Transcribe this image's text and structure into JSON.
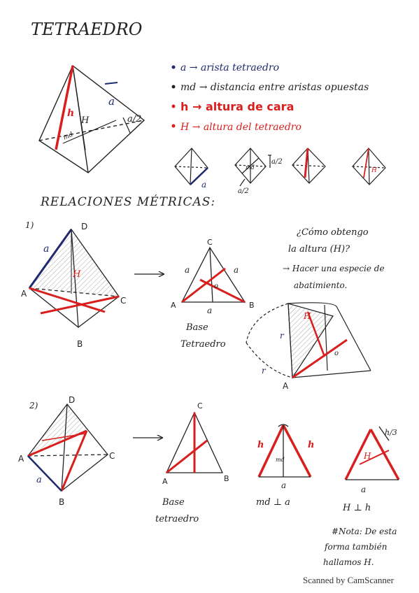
{
  "title": "TETRAEDRO",
  "legend": [
    {
      "text": "a → arista tetraedro",
      "color": "#1f2a6e",
      "bold": false
    },
    {
      "text": "md → distancia entre aristas opuestas",
      "color": "#222222",
      "bold": false
    },
    {
      "text": "h → altura de cara",
      "color": "#d91e1e",
      "bold": true
    },
    {
      "text": "H → altura del tetraedro",
      "color": "#d91e1e",
      "bold": false
    }
  ],
  "labels": {
    "a": "a",
    "half_a": "a/2",
    "h": "h",
    "H": "H",
    "md": "md",
    "o": "o",
    "A": "A",
    "B": "B",
    "C": "C",
    "D": "D",
    "h13": "h/3",
    "r": "r"
  },
  "section_heading": "RELACIONES MÉTRICAS:",
  "section1": {
    "number": "1)",
    "question": [
      "¿Cómo obtengo",
      "la altura (H)?"
    ],
    "answer": [
      "→ Hacer una especie de",
      "abatimiento."
    ],
    "base_caption": [
      "Base",
      "Tetraedro"
    ]
  },
  "section2": {
    "number": "2)",
    "base_caption": [
      "Base",
      "tetraedro"
    ],
    "md_relation": "md ⊥ a",
    "H_relation": "H ⊥ h",
    "note": [
      "#Nota: De esta",
      "forma también",
      "hallamos H."
    ]
  },
  "footer": "Scanned by CamScanner",
  "colors": {
    "blue": "#1f2a6e",
    "red": "#d91e1e",
    "dark": "#222222"
  }
}
